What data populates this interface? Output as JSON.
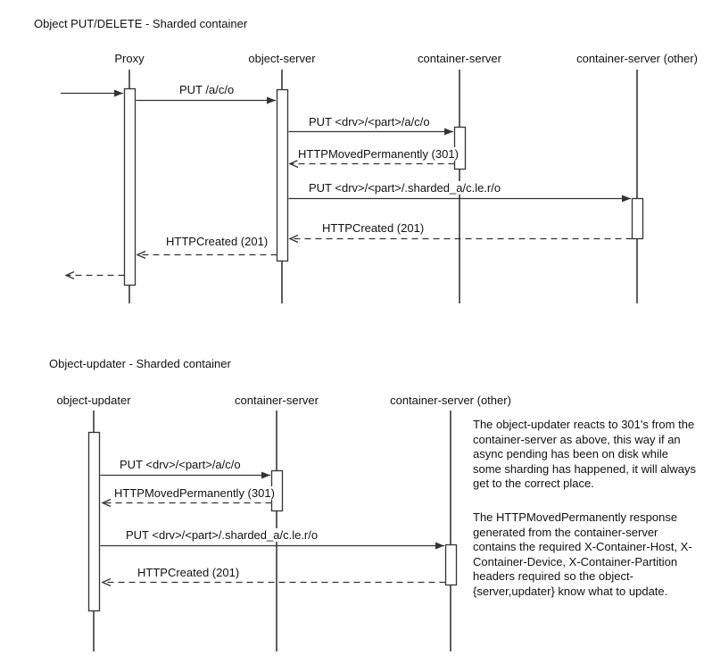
{
  "diagram1": {
    "title": "Object PUT/DELETE - Sharded container",
    "lifelines": [
      {
        "label": "Proxy"
      },
      {
        "label": "object-server"
      },
      {
        "label": "container-server"
      },
      {
        "label": "container-server (other)"
      }
    ],
    "messages": [
      {
        "label": "PUT /a/c/o",
        "type": "request",
        "from": "Proxy",
        "to": "object-server"
      },
      {
        "label": "PUT <drv>/<part>/a/c/o",
        "type": "request",
        "from": "object-server",
        "to": "container-server"
      },
      {
        "label": "HTTPMovedPermanently (301)",
        "type": "response",
        "from": "container-server",
        "to": "object-server"
      },
      {
        "label": "PUT <drv>/<part>/.sharded_a/c.le.r/o",
        "type": "request",
        "from": "object-server",
        "to": "container-server (other)"
      },
      {
        "label": "HTTPCreated (201)",
        "type": "response",
        "from": "container-server (other)",
        "to": "object-server"
      },
      {
        "label": "HTTPCreated (201)",
        "type": "response",
        "from": "object-server",
        "to": "Proxy"
      }
    ]
  },
  "diagram2": {
    "title": "Object-updater - Sharded container",
    "lifelines": [
      {
        "label": "object-updater"
      },
      {
        "label": "container-server"
      },
      {
        "label": "container-server (other)"
      }
    ],
    "messages": [
      {
        "label": "PUT <drv>/<part>/a/c/o",
        "type": "request",
        "from": "object-updater",
        "to": "container-server"
      },
      {
        "label": "HTTPMovedPermanently (301)",
        "type": "response",
        "from": "container-server",
        "to": "object-updater"
      },
      {
        "label": "PUT <drv>/<part>/.sharded_a/c.le.r/o",
        "type": "request",
        "from": "object-updater",
        "to": "container-server (other)"
      },
      {
        "label": "HTTPCreated (201)",
        "type": "response",
        "from": "container-server (other)",
        "to": "object-updater"
      }
    ],
    "notes": [
      "The object-updater reacts to 301's from the container-server as above, this way if an async pending has been on disk while some sharding has happened, it will always get to the correct place.",
      "The HTTPMovedPermanently response generated from the container-server contains the required X-Container-Host, X-Container-Device, X-Container-Partition headers required so the object-{server,updater} know what to update."
    ]
  },
  "colors": {
    "line": "#333333",
    "lifeline": "#5f5f5f",
    "activation_fill": "#ffffff",
    "text": "#111111"
  }
}
